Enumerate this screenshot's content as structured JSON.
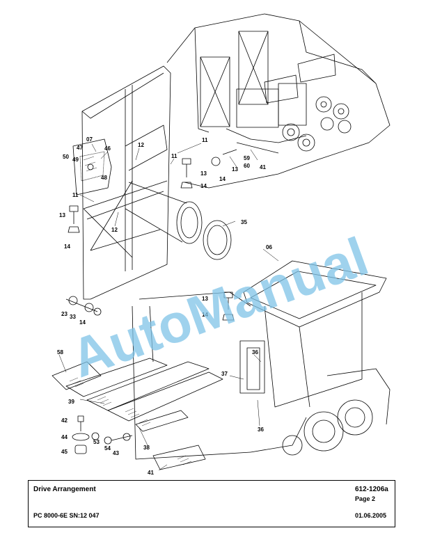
{
  "drawing": {
    "watermark_text": "AutoManual",
    "callouts": [
      "07",
      "47",
      "46",
      "50",
      "49",
      "48",
      "12",
      "11",
      "11",
      "13",
      "14",
      "13",
      "14",
      "11",
      "13",
      "14",
      "12",
      "35",
      "06",
      "13",
      "14",
      "23",
      "33",
      "14",
      "58",
      "36",
      "37",
      "39",
      "42",
      "44",
      "53",
      "54",
      "43",
      "45",
      "38",
      "36",
      "41",
      "59",
      "60",
      "41"
    ]
  },
  "title_block": {
    "title": "Drive Arrangement",
    "doc_number": "612-1206a",
    "page": "Page 2",
    "model": "PC 8000-6E SN:12 047",
    "date": "01.06.2005"
  }
}
